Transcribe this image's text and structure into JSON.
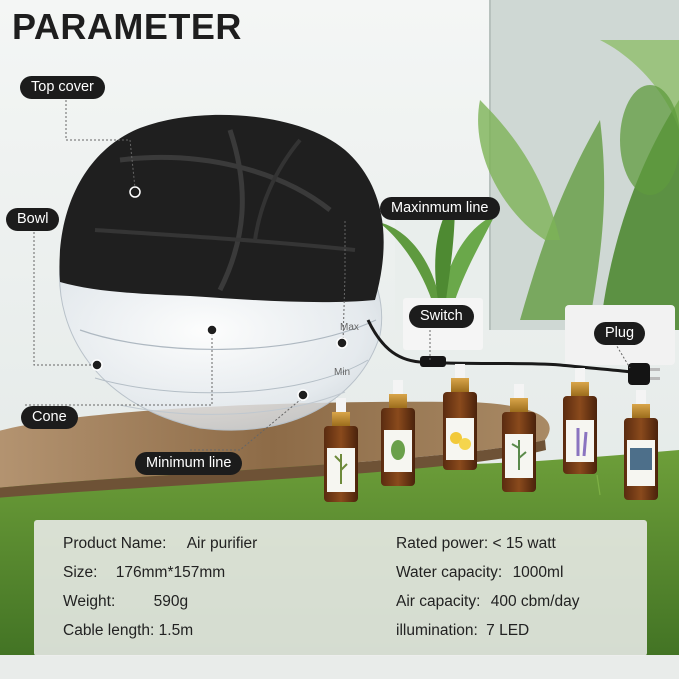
{
  "title": "PARAMETER",
  "callouts": {
    "top_cover": "Top cover",
    "bowl": "Bowl",
    "cone": "Cone",
    "minimum_line": "Minimum line",
    "maximum_line": "Maxinmum line",
    "switch": "Switch",
    "plug": "Plug"
  },
  "markings": {
    "max": "Max",
    "min": "Min"
  },
  "specs": {
    "left": [
      {
        "key": "Product Name:",
        "value": "Air purifier"
      },
      {
        "key": "Size:",
        "value": "176mm*157mm"
      },
      {
        "key": "Weight:",
        "value": "590g"
      },
      {
        "key": "Cable length:",
        "value": "1.5m"
      }
    ],
    "right": [
      {
        "key": "Rated power:",
        "value": "< 15 watt"
      },
      {
        "key": "Water capacity:",
        "value": "1000ml"
      },
      {
        "key": "Air capacity:",
        "value": "400 cbm/day"
      },
      {
        "key": "illumination:",
        "value": "7 LED"
      }
    ]
  },
  "colors": {
    "label_bg": "#1c1c1c",
    "label_text": "#ffffff",
    "title": "#1e1e1e",
    "device_black": "#1f1f1f",
    "grass": "#4f8a2e",
    "wood": "#9a7a55"
  }
}
